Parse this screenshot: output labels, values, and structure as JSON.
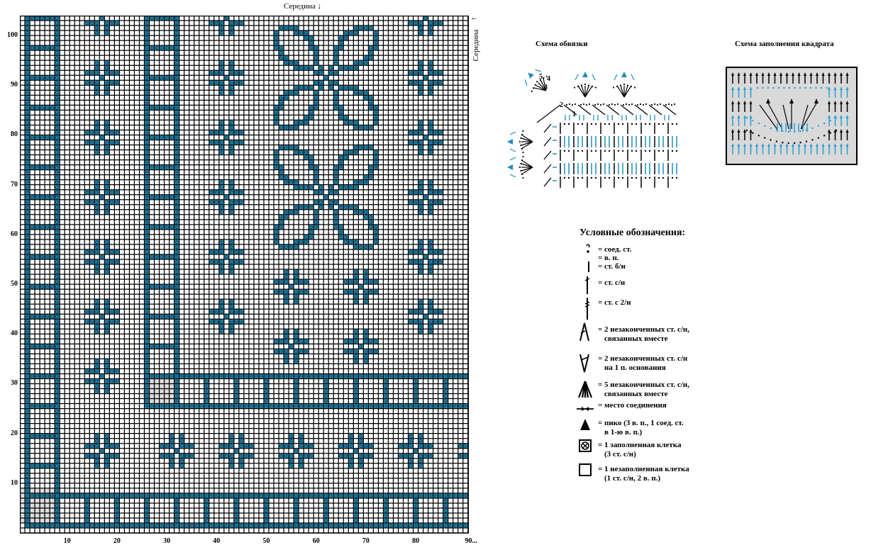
{
  "chart_data": {
    "type": "stitch-grid",
    "columns": 90,
    "rows": 104,
    "x_ticks": [
      "10",
      "20",
      "30",
      "40",
      "50",
      "60",
      "70",
      "80",
      "90..."
    ],
    "x_tick_values": [
      10,
      20,
      30,
      40,
      50,
      60,
      70,
      80,
      90
    ],
    "y_ticks": [
      "10",
      "20",
      "30",
      "40",
      "50",
      "60",
      "70",
      "80",
      "90",
      "100"
    ],
    "y_tick_values": [
      10,
      20,
      30,
      40,
      50,
      60,
      70,
      80,
      90,
      100
    ],
    "middle_label_top": "Середина",
    "middle_label_right": "Середина",
    "ladders": [
      {
        "cols": [
          2,
          8
        ],
        "from_row": 2,
        "to_row": 104,
        "rung_rows_step": 6
      },
      {
        "cols": [
          26,
          32
        ],
        "from_row": 26,
        "to_row": 104,
        "rung_rows_step": 6
      }
    ],
    "bands": [
      {
        "rows": [
          2,
          8
        ],
        "from_col": 2,
        "to_col": 90,
        "post_step": 6,
        "first_post": 2
      },
      {
        "rows": [
          26,
          32
        ],
        "from_col": 26,
        "to_col": 90,
        "post_step": 6,
        "first_post": 26
      }
    ],
    "cross_motif_centers": [
      [
        17,
        104
      ],
      [
        17,
        92
      ],
      [
        17,
        80
      ],
      [
        17,
        68
      ],
      [
        17,
        56
      ],
      [
        17,
        44
      ],
      [
        17,
        32
      ],
      [
        17,
        17
      ],
      [
        42,
        104
      ],
      [
        42,
        92
      ],
      [
        42,
        80
      ],
      [
        42,
        68
      ],
      [
        42,
        56
      ],
      [
        42,
        44
      ],
      [
        82,
        104
      ],
      [
        82,
        92
      ],
      [
        82,
        80
      ],
      [
        82,
        68
      ],
      [
        82,
        56
      ],
      [
        82,
        44
      ],
      [
        32,
        17
      ],
      [
        44,
        17
      ],
      [
        56,
        17
      ],
      [
        68,
        17
      ],
      [
        80,
        17
      ],
      [
        92,
        17
      ],
      [
        55,
        50
      ],
      [
        69,
        50
      ],
      [
        55,
        38
      ],
      [
        69,
        38
      ]
    ],
    "leaf_motif_centers": [
      [
        62,
        92
      ],
      [
        62,
        68
      ]
    ],
    "accent_color": "#3aa8d3",
    "shaded_color": "#dcdcdc"
  },
  "edging": {
    "title": "Схема обвязки",
    "row_numbers": [
      "1",
      "2",
      "3",
      "4",
      "5"
    ]
  },
  "filling": {
    "title": "Схема заполнения квадрата"
  },
  "legend": {
    "title": "Условные обозначения:",
    "items": [
      {
        "icon": "slip-stitch-icon",
        "text": [
          "= соед. ст."
        ]
      },
      {
        "icon": "chain-icon",
        "text": [
          "= в. п."
        ]
      },
      {
        "icon": "single-crochet-icon",
        "text": [
          "= ст. б/н"
        ]
      },
      {
        "icon": "double-crochet-icon",
        "text": [
          "= ст. с/н"
        ]
      },
      {
        "icon": "treble-crochet-icon",
        "text": [
          "= ст. с 2/н"
        ]
      },
      {
        "icon": "dc2tog-icon",
        "text": [
          "= 2 незаконченных ст. с/н,",
          "связанных вместе"
        ]
      },
      {
        "icon": "v-stitch-icon",
        "text": [
          "= 2 незаконченных ст.  с/н",
          "на 1 п. основания"
        ]
      },
      {
        "icon": "dc5tog-icon",
        "text": [
          "= 5 незаконченных ст. с/н,",
          "связанных вместе"
        ]
      },
      {
        "icon": "join-point-icon",
        "text": [
          "= место соединения"
        ]
      },
      {
        "icon": "picot-icon",
        "text": [
          "= пико (3 в. п., 1 соед. ст.",
          "в 1-ю в. п.)"
        ]
      },
      {
        "icon": "filled-cell-icon",
        "text": [
          "= 1 заполненная клетка",
          "(3 ст. с/н)"
        ]
      },
      {
        "icon": "empty-cell-icon",
        "text": [
          "= 1 незаполненная клетка",
          "(1 ст. с/н, 2 в. п.)"
        ]
      }
    ]
  }
}
